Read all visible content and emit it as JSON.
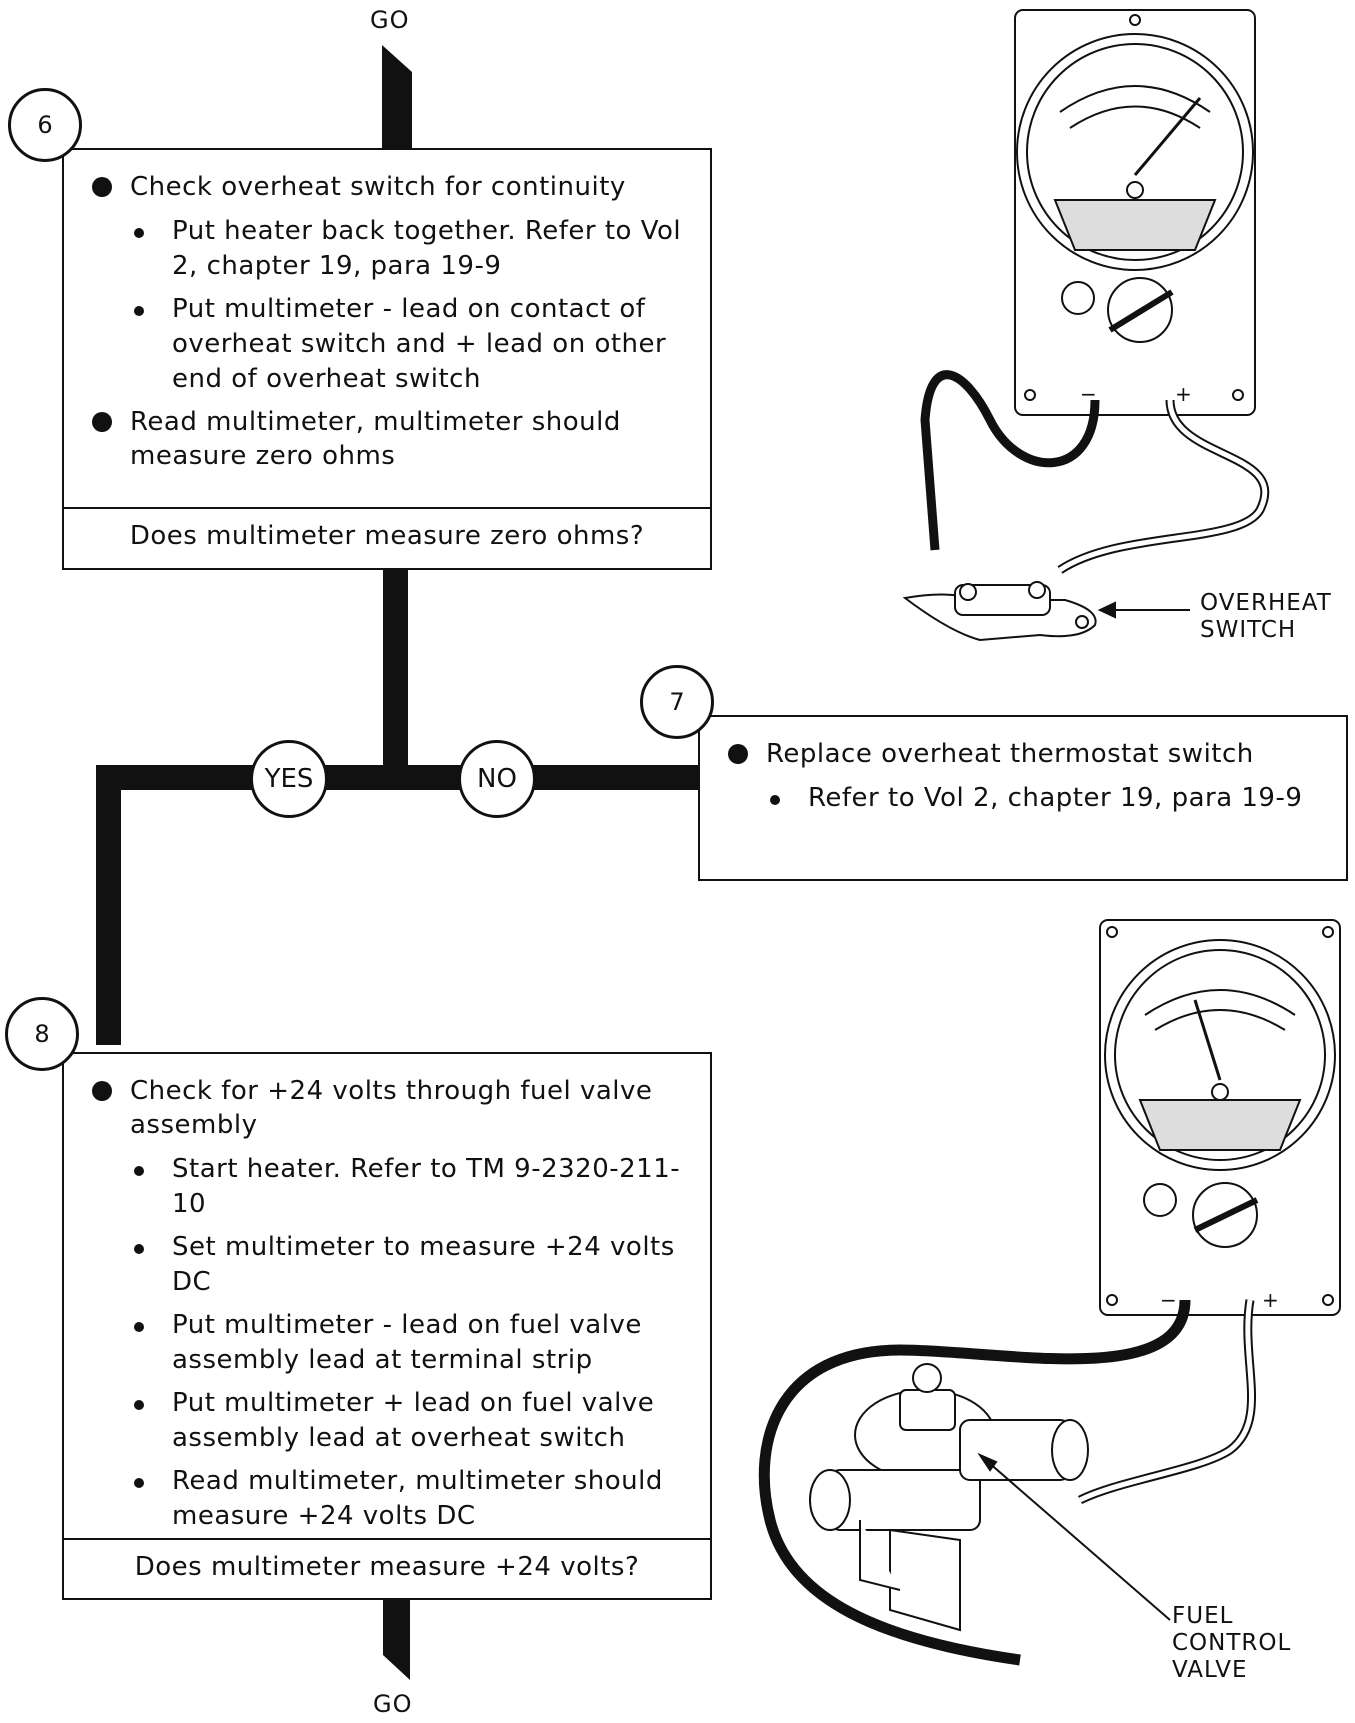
{
  "flow": {
    "go_top": "GO",
    "go_bottom": "GO",
    "yes": "YES",
    "no": "NO"
  },
  "step6": {
    "number": "6",
    "main1": "Check overheat switch for continuity",
    "sub1": "Put heater back together.  Refer to Vol 2, chapter 19, para 19-9",
    "sub2": "Put multimeter - lead on contact of overheat switch and + lead on other end of overheat switch",
    "main2": "Read multimeter, multimeter should measure zero ohms",
    "question": "Does multimeter measure zero ohms?"
  },
  "step7": {
    "number": "7",
    "main1": "Replace overheat thermostat switch",
    "sub1": "Refer to Vol 2, chapter 19, para 19-9"
  },
  "step8": {
    "number": "8",
    "main1": "Check for +24 volts through fuel valve assembly",
    "sub1": "Start heater.  Refer to TM 9-2320-211-10",
    "sub2": "Set multimeter to measure +24 volts DC",
    "sub3": "Put multimeter - lead on fuel valve assembly lead at terminal strip",
    "sub4": "Put multimeter + lead on fuel valve assembly lead at overheat switch",
    "sub5": "Read multimeter, multimeter should measure +24 volts DC",
    "question": "Does multimeter measure +24 volts?"
  },
  "illustrations": {
    "top_callout_line1": "OVERHEAT",
    "top_callout_line2": "SWITCH",
    "bottom_callout_line1": "FUEL",
    "bottom_callout_line2": "CONTROL",
    "bottom_callout_line3": "VALVE",
    "meter_minus": "−",
    "meter_plus": "+"
  }
}
